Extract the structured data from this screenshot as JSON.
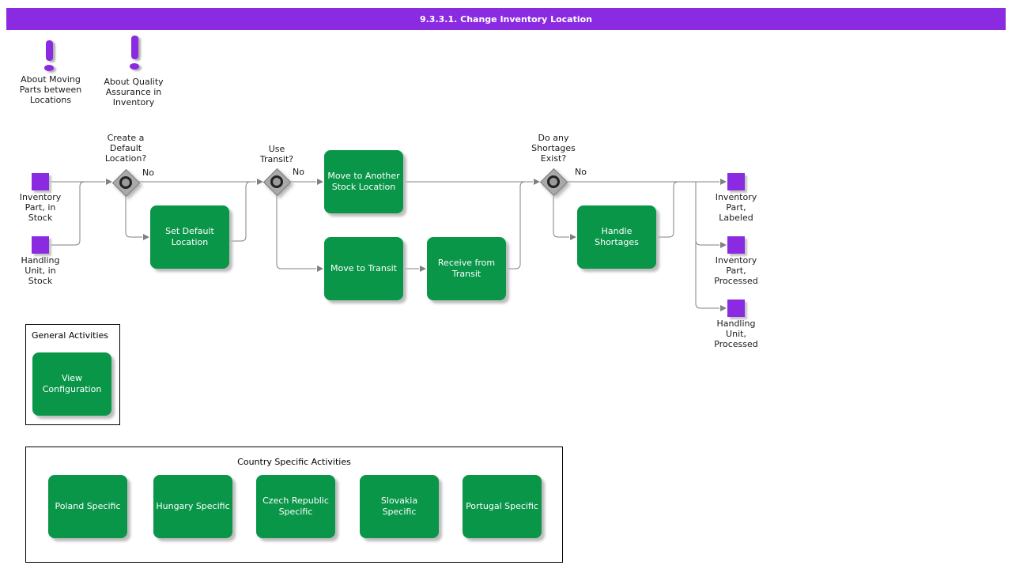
{
  "title": "9.3.3.1. Change Inventory Location",
  "colors": {
    "accent_purple": "#8A2BE2",
    "activity_green": "#0A9648",
    "connector_gray": "#808080"
  },
  "notes": [
    {
      "label": "About Moving\nParts between\nLocations"
    },
    {
      "label": "About Quality\nAssurance in\nInventory"
    }
  ],
  "flow": {
    "inputs": [
      {
        "label": "Inventory\nPart, in\nStock"
      },
      {
        "label": "Handling\nUnit, in\nStock"
      }
    ],
    "decisions": [
      {
        "question": "Create a\nDefault\nLocation?",
        "branch_label": "No"
      },
      {
        "question": "Use\nTransit?",
        "branch_label": "No"
      },
      {
        "question": "Do any\nShortages\nExist?",
        "branch_label": "No"
      }
    ],
    "activities": [
      {
        "label": "Set Default\nLocation"
      },
      {
        "label": "Move to Another\nStock Location"
      },
      {
        "label": "Move to Transit"
      },
      {
        "label": "Receive from\nTransit"
      },
      {
        "label": "Handle\nShortages"
      }
    ],
    "outputs": [
      {
        "label": "Inventory\nPart,\nLabeled"
      },
      {
        "label": "Inventory\nPart,\nProcessed"
      },
      {
        "label": "Handling\nUnit,\nProcessed"
      }
    ]
  },
  "groups": {
    "general": {
      "title": "General Activities",
      "items": [
        {
          "label": "View\nConfiguration"
        }
      ]
    },
    "country": {
      "title": "Country Specific Activities",
      "items": [
        {
          "label": "Poland Specific"
        },
        {
          "label": "Hungary Specific"
        },
        {
          "label": "Czech Republic\nSpecific"
        },
        {
          "label": "Slovakia\nSpecific"
        },
        {
          "label": "Portugal Specific"
        }
      ]
    }
  }
}
